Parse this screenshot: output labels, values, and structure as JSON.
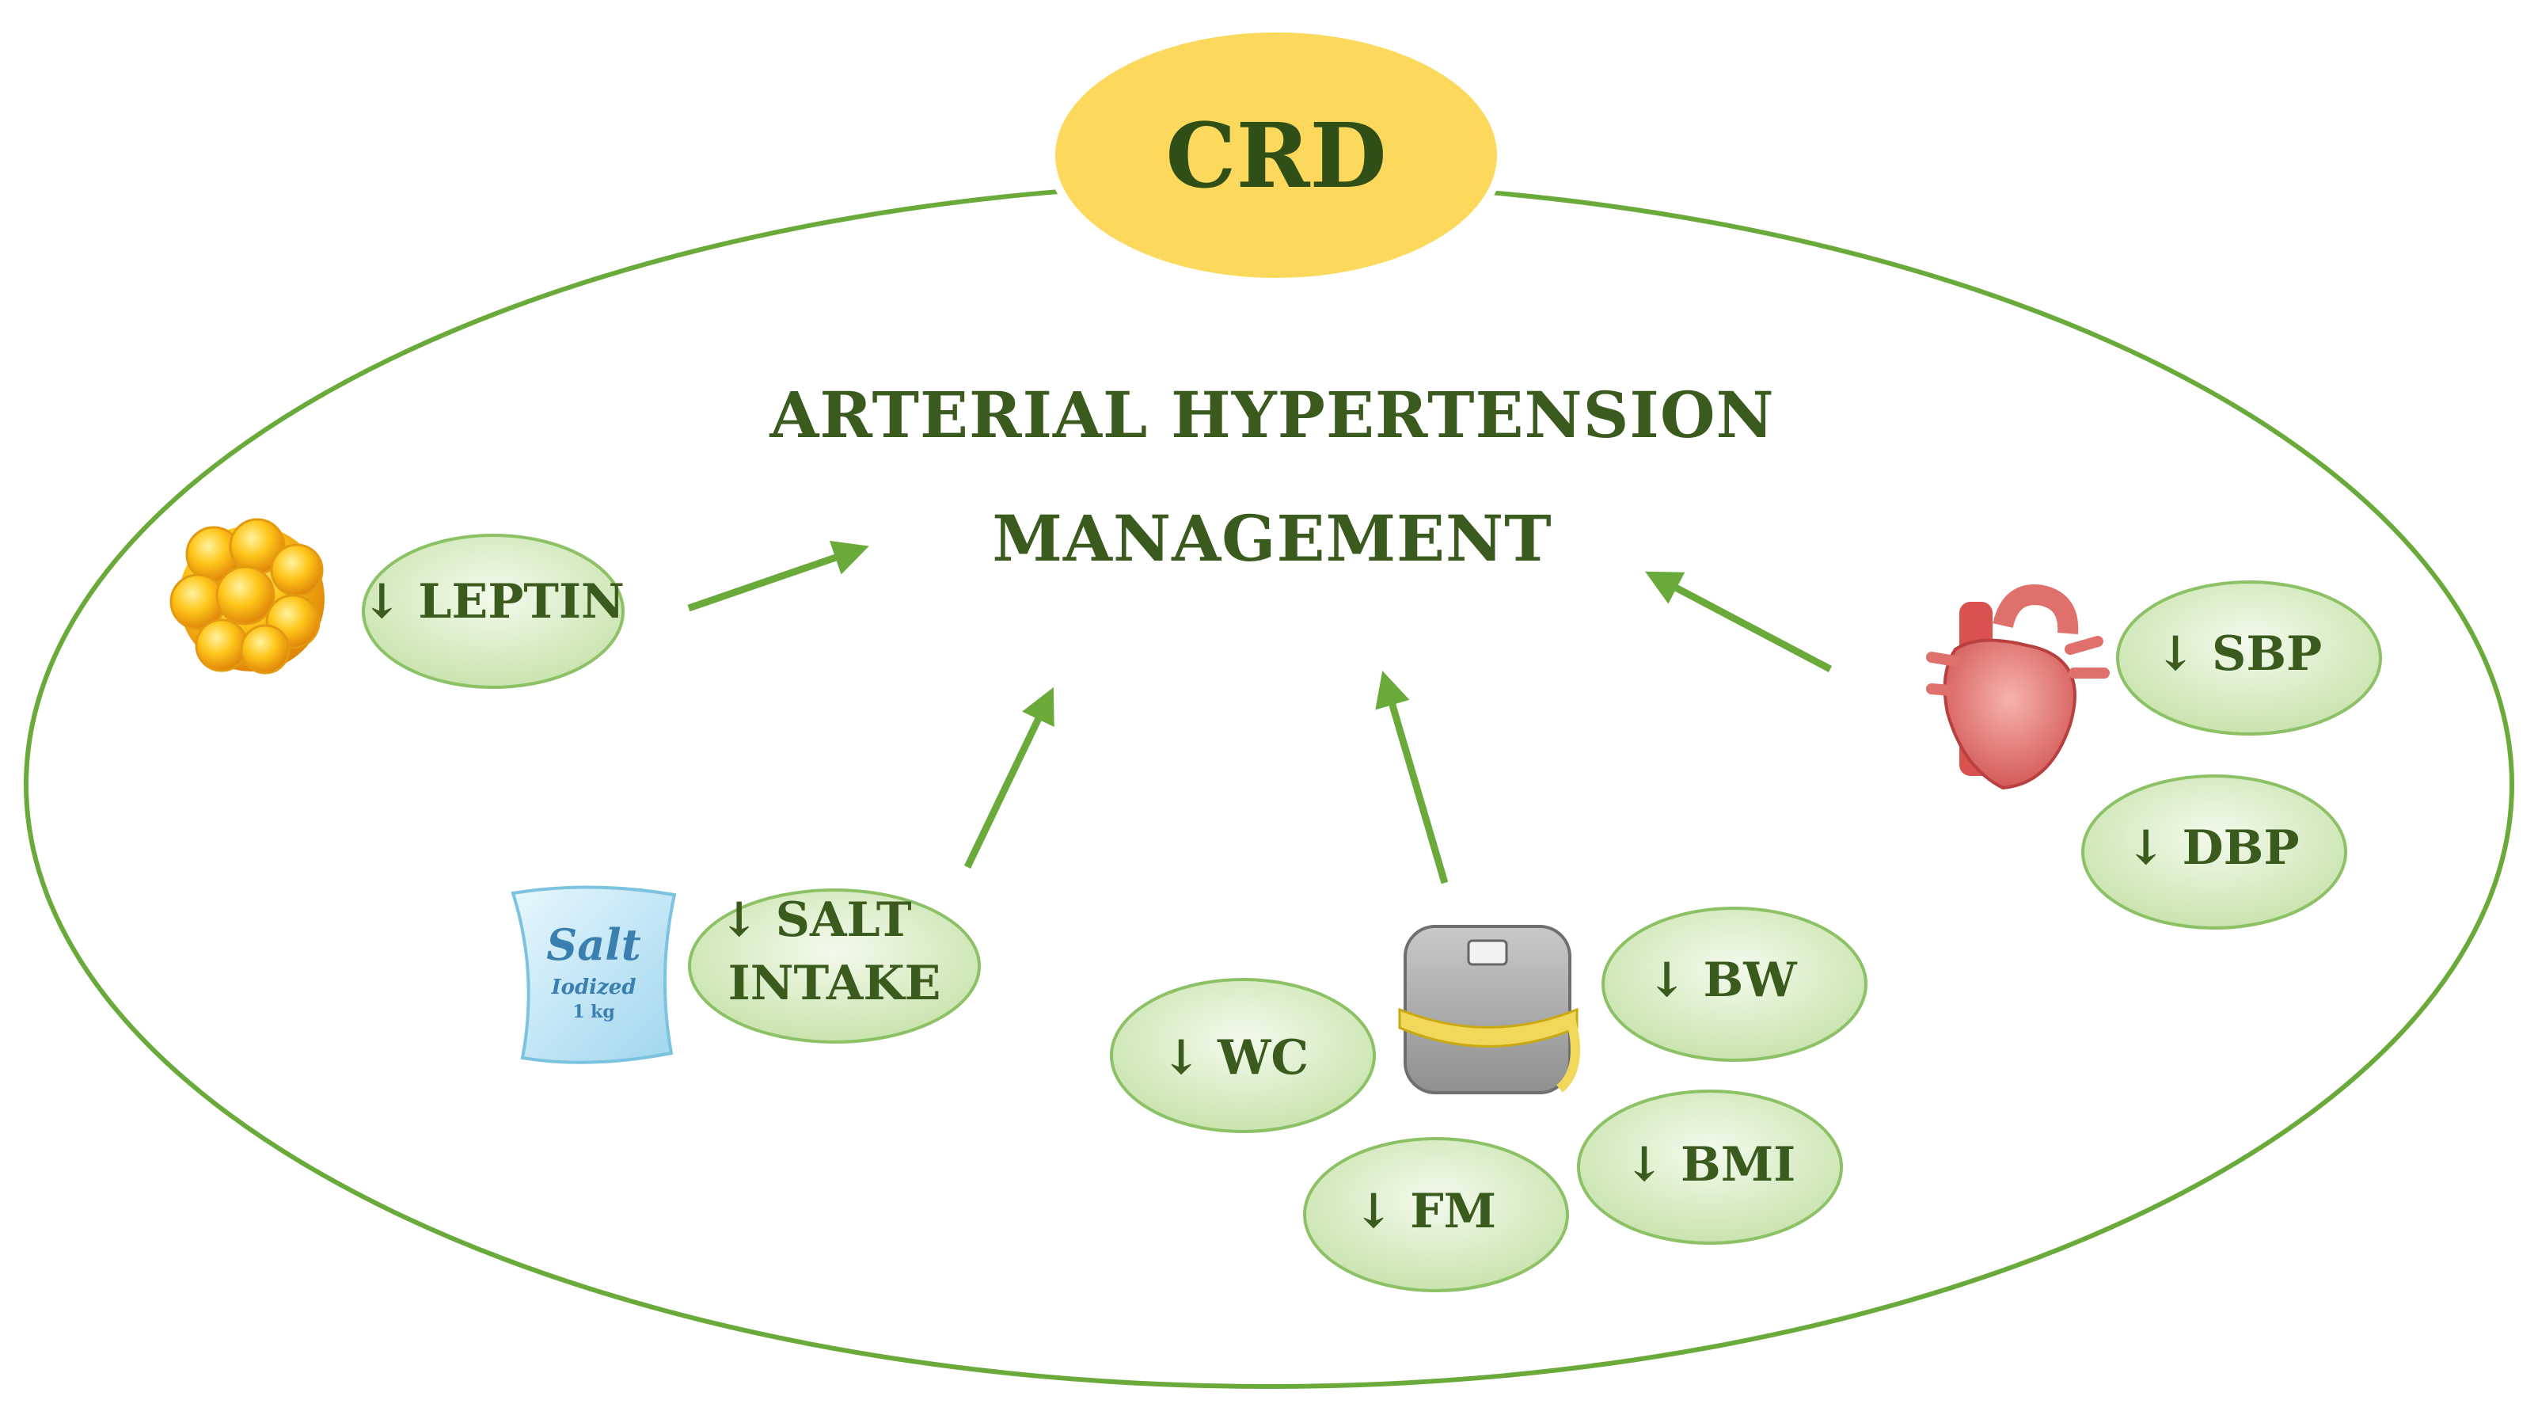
{
  "diagram": {
    "badge": {
      "label": "CRD"
    },
    "title": {
      "line1": "ARTERIAL HYPERTENSION",
      "line2": "MANAGEMENT"
    },
    "nodes": {
      "leptin": {
        "label": "↓ LEPTIN",
        "icon": "fat-cell-icon"
      },
      "salt_intake": {
        "line1": "↓ SALT",
        "line2": "INTAKE",
        "icon": "salt-bag-icon"
      },
      "salt_bag_text": {
        "line1": "Salt",
        "line2": "Iodized",
        "line3": "1 kg"
      },
      "wc": {
        "label": "↓ WC"
      },
      "bw": {
        "label": "↓ BW"
      },
      "bmi": {
        "label": "↓ BMI"
      },
      "fm": {
        "label": "↓ FM"
      },
      "scale_icon": {
        "icon": "bathroom-scale-icon"
      },
      "sbp": {
        "label": "↓ SBP",
        "icon": "heart-icon"
      },
      "dbp": {
        "label": "↓ DBP"
      }
    },
    "colors": {
      "outline": "#6aaa3a",
      "badge_fill": "#fcd95c",
      "text": "#3a5a1e",
      "pill_fill": "#dcefc9",
      "arrow": "#6aaa3a"
    }
  }
}
